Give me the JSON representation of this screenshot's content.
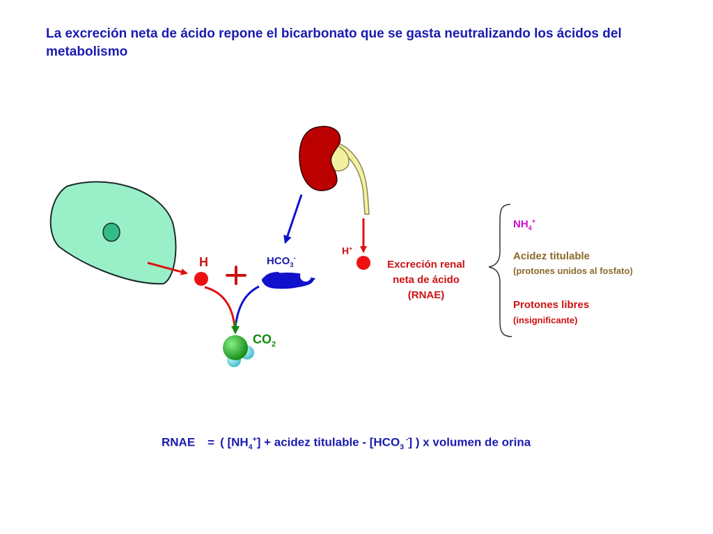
{
  "title": "La excreción neta de ácido repone el bicarbonato que se gasta neutralizando los ácidos del metabolismo",
  "labels": {
    "h": "H",
    "plus": "+",
    "hco3_base": "HCO",
    "hco3_sub": "3",
    "hco3_sup": "-",
    "hplus_base": "H",
    "hplus_sup": "+",
    "co2_base": "CO",
    "co2_sub": "2",
    "rnae_line1": "Excreción renal",
    "rnae_line2": "neta de ácido",
    "rnae_line3": "(RNAE)"
  },
  "components": {
    "nh4_base": "NH",
    "nh4_sub": "4",
    "nh4_sup": "+",
    "titulable": "Acidez titulable",
    "titulable_note": "(protones unidos al fosfato)",
    "libres": "Protones libres",
    "libres_note": "(insignificante)"
  },
  "formula": {
    "lhs": "RNAE",
    "eq": "=",
    "p1": "( [NH",
    "p1_sub": "4",
    "p1_sup": "+",
    "p2": "] + acidez titulable - [HCO",
    "p2_sub": "3",
    "p2_sup": " -",
    "p3": "] ) x volumen de orina"
  },
  "colors": {
    "cell": "#99f0c8",
    "nucleus": "#33bb88",
    "kidney": "#bb0000",
    "ureter": "#f5f0a0",
    "red": "#dd1111",
    "blue": "#1111cc",
    "green": "#118811"
  }
}
